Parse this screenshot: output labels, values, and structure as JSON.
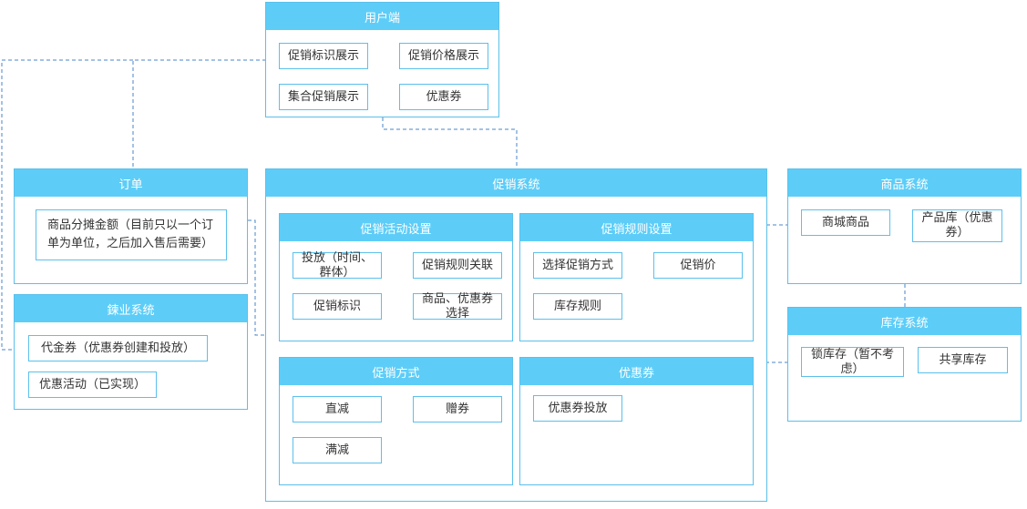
{
  "user_end": {
    "title": "用户端",
    "items": [
      "促销标识展示",
      "促销价格展示",
      "集合促销展示",
      "优惠券"
    ]
  },
  "order": {
    "title": "订单",
    "items": [
      "商品分摊金额（目前只以一个订单为单位，之后加入售后需要）"
    ]
  },
  "jianye": {
    "title": "鍊业系统",
    "items": [
      "代金券（优惠券创建和投放）",
      "优惠活动（已实现）"
    ]
  },
  "promo_system": {
    "title": "促销系统",
    "activity": {
      "title": "促销活动设置",
      "items": [
        "投放（时间、群体）",
        "促销规则关联",
        "促销标识",
        "商品、优惠券选择"
      ]
    },
    "rules": {
      "title": "促销规则设置",
      "items": [
        "选择促销方式",
        "促销价",
        "库存规则"
      ]
    },
    "methods": {
      "title": "促销方式",
      "items": [
        "直减",
        "赠券",
        "满减"
      ]
    },
    "coupon": {
      "title": "优惠券",
      "items": [
        "优惠券投放"
      ]
    }
  },
  "product_system": {
    "title": "商品系统",
    "items": [
      "商城商品",
      "产品库（优惠券）"
    ]
  },
  "inventory_system": {
    "title": "库存系统",
    "items": [
      "锁库存（暂不考虑）",
      "共享库存"
    ]
  },
  "colors": {
    "header": "#5dcdf8",
    "border": "#5bc0eb",
    "connector": "#4a86c8"
  }
}
